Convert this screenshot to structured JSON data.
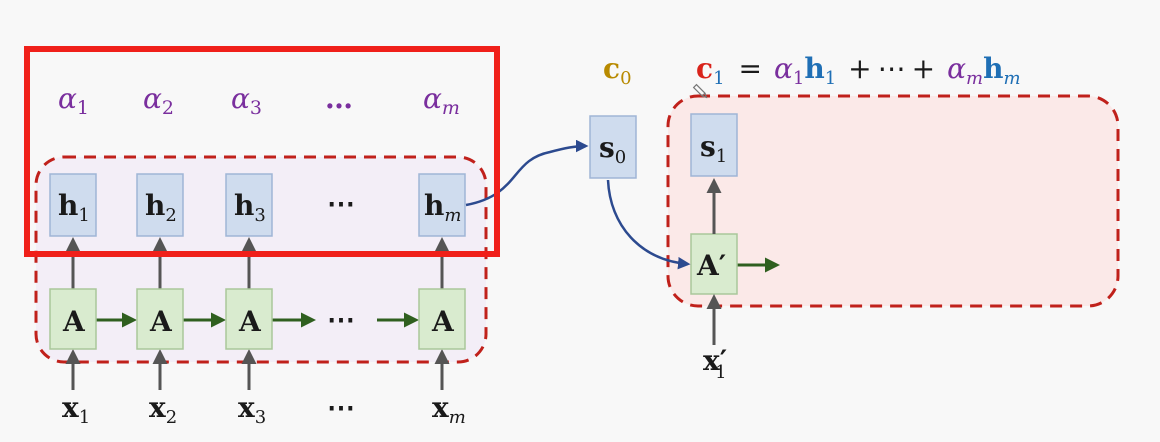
{
  "alphas": [
    {
      "sym": "α",
      "sub": "1"
    },
    {
      "sym": "α",
      "sub": "2"
    },
    {
      "sym": "α",
      "sub": "3"
    },
    {
      "sym": "…",
      "sub": ""
    },
    {
      "sym": "α",
      "sub": "m"
    }
  ],
  "hidden": [
    {
      "sym": "h",
      "sub": "1"
    },
    {
      "sym": "h",
      "sub": "2"
    },
    {
      "sym": "h",
      "sub": "3"
    },
    {
      "sym": "⋯",
      "sub": ""
    },
    {
      "sym": "h",
      "sub": "m"
    }
  ],
  "cells": [
    {
      "sym": "A"
    },
    {
      "sym": "A"
    },
    {
      "sym": "A"
    },
    {
      "sym": "⋯"
    },
    {
      "sym": "A"
    }
  ],
  "inputs": [
    {
      "sym": "x",
      "sub": "1"
    },
    {
      "sym": "x",
      "sub": "2"
    },
    {
      "sym": "x",
      "sub": "3"
    },
    {
      "sym": "⋯",
      "sub": ""
    },
    {
      "sym": "x",
      "sub": "m"
    }
  ],
  "decoder": {
    "context0": {
      "sym": "c",
      "sub": "0"
    },
    "state0": {
      "sym": "s",
      "sub": "0"
    },
    "state1": {
      "sym": "s",
      "sub": "1"
    },
    "cell": {
      "sym": "A′"
    },
    "input": {
      "sym": "x′",
      "sub": "1"
    }
  },
  "equation": {
    "lhs": {
      "sym": "c",
      "sub": "1"
    },
    "eq": "=",
    "t1_alpha": {
      "sym": "α",
      "sub": "1"
    },
    "t1_h": {
      "sym": "h",
      "sub": "1"
    },
    "plus1": "+",
    "dots": "⋯",
    "plus2": "+",
    "tm_alpha": {
      "sym": "α",
      "sub": "m"
    },
    "tm_h": {
      "sym": "h",
      "sub": "m"
    }
  },
  "colors": {
    "purple": "#7a2f9e",
    "blue": "#1f6fb5",
    "red": "#d9231b",
    "gold": "#b88a00",
    "text": "#1a1a1a",
    "h_fill": "#cfdcee",
    "a_fill": "#d9ebcf",
    "dashed": "#c0211b",
    "highlight": "#f0201a",
    "enc_bg": "#f3eef7",
    "dec_bg": "#fbe9e8",
    "green_arrow": "#2f5f1f",
    "gray_arrow": "#555555",
    "navy_arrow": "#2c4a8f"
  }
}
